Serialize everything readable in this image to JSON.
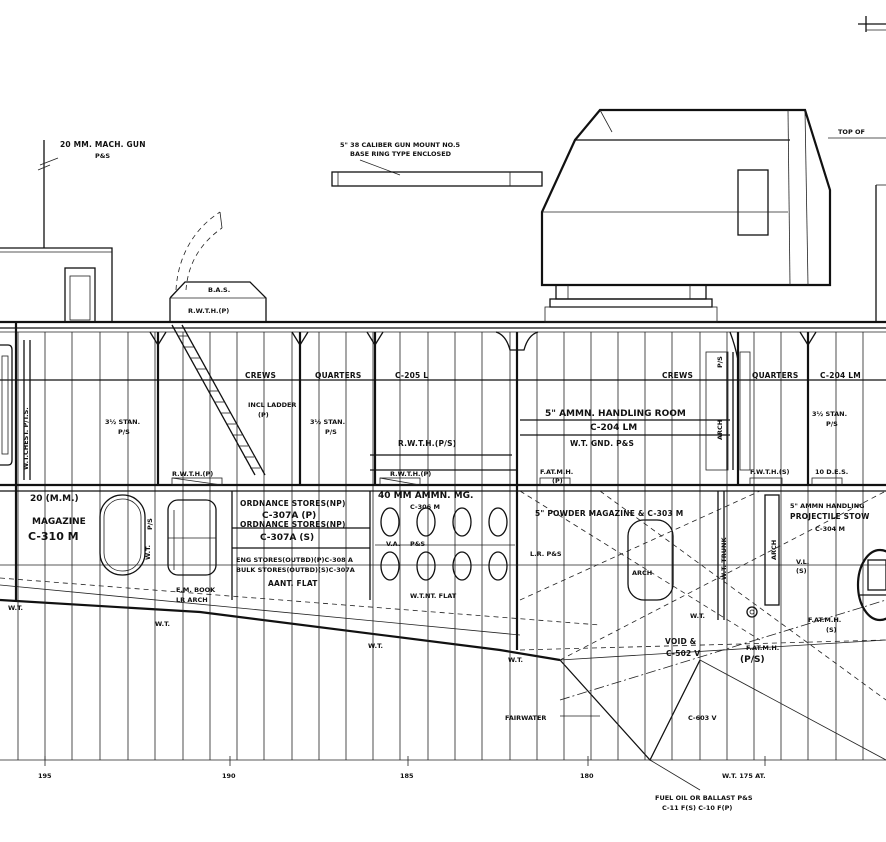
{
  "labels": {
    "mach_gun": "20 MM. MACH. GUN",
    "mach_gun_ps": "P&S",
    "gun_mount_1": "5\" 38 CALIBER GUN MOUNT NO.5",
    "gun_mount_2": "BASE RING TYPE ENCLOSED",
    "top_of": "TOP OF",
    "bas": "B.A.S.",
    "rwth_p_top": "R.W.T.H.(P)",
    "crews_1": "CREWS",
    "quarters_1": "QUARTERS",
    "c205l": "C-205 L",
    "crews_2": "CREWS",
    "quarters_2": "QUARTERS",
    "c204lm_top": "C-204 LM",
    "incl_ladder": "INCL LADDER",
    "incl_ladder_p": "(P)",
    "stan_1": "3½ STAN.",
    "stan_1_ps": "P/S",
    "stan_2": "3½ STAN.",
    "stan_2_ps": "P/S",
    "stan_3": "3½ STAN.",
    "stan_3_ps": "P/S",
    "handling_room": "5\" AMMN. HANDLING ROOM",
    "c204lm": "C-204 LM",
    "wt_gnd": "W.T. GND. P&S",
    "rwth_ps": "R.W.T.H.(P/S)",
    "rwth_p": "R.W.T.H.(P)",
    "fatmh": "F.AT.M.H.",
    "fatmh_p": "(P)",
    "fwth_s": "F.W.T.H.(S)",
    "hatch_10": "10 D.E.S.",
    "ammn_hdlg_1": "5\" AMMN HANDLING",
    "ammn_hdlg_2": "PROJECTILE STOW",
    "c304m": "C-304 M",
    "mag_20mm": "20 (M.M.)",
    "magazine": "MAGAZINE",
    "c310m": "C-310 M",
    "ord_stores_1": "ORDNANCE STORES(NP)",
    "c307a_p": "C-307A (P)",
    "ord_stores_2": "ORDNANCE STORES(NP)",
    "c307a_s": "C-307A (S)",
    "eng_stores": "ENG STORES(OUTBD)(P)C-308 A",
    "bulk_stores": "BULK STORES(OUTBD)(S)C-307A",
    "aant_flat": "AANT. FLAT",
    "mm40": "40 MM AMMN. MG.",
    "c306m": "C-306 M",
    "va": "V.A.",
    "ps_mid": "P&S",
    "wt_flat": "W.T.NT. FLAT",
    "powder_mag": "5\" POWDER MAGAZINE & C-303 M",
    "lr_ps": "L.R. P&S",
    "arch_1": "ARCH",
    "arch_2": "ARCH",
    "arch_3": "ARCH",
    "wt_truck": "W.T. TRUNK",
    "void": "VOID &",
    "c502v": "C-502 V",
    "fatmh2": "F.AT.M.H.",
    "ps_void": "(P/S)",
    "fatmh3": "F.AT.M.H.",
    "fatmh3_s": "(S)",
    "c603v": "C-603 V",
    "ws": "W.T.",
    "wt_a": "W.T.",
    "wt_b": "W.T.",
    "wt_c": "W.T.",
    "wt_d": "W.T.",
    "wt_e": "W.T.",
    "emhatch": "E.M. BOOK",
    "archdoor": "LR ARCH",
    "fairwater": "FAIRWATER",
    "ft195": "195",
    "ft190": "190",
    "ft185": "185",
    "ft180": "180",
    "wt175": "W.T.  175  AT.",
    "fuel_oil": "FUEL OIL OR BALLAST P&S",
    "fuel_oil_2": "C-11 F(S)      C-10 F(P)",
    "vl": "V.L.",
    "vl_s": "(S)",
    "wt_side": "W.T.CHEST. P/T.S.",
    "ps_wt": "P/S"
  }
}
